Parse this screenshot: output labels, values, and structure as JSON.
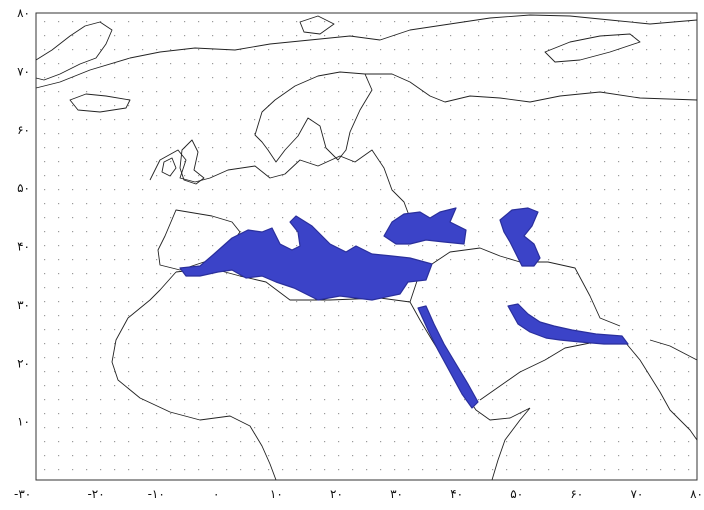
{
  "map": {
    "x_ticks": [
      {
        "lon": -30,
        "label": "-۳۰"
      },
      {
        "lon": -20,
        "label": "-۲۰"
      },
      {
        "lon": -10,
        "label": "-۱۰"
      },
      {
        "lon": 0,
        "label": "۰"
      },
      {
        "lon": 10,
        "label": "۱۰"
      },
      {
        "lon": 20,
        "label": "۲۰"
      },
      {
        "lon": 30,
        "label": "۳۰"
      },
      {
        "lon": 40,
        "label": "۴۰"
      },
      {
        "lon": 50,
        "label": "۵۰"
      },
      {
        "lon": 60,
        "label": "۶۰"
      },
      {
        "lon": 70,
        "label": "۷۰"
      },
      {
        "lon": 80,
        "label": "۸۰"
      }
    ],
    "y_ticks": [
      {
        "lat": 80,
        "label": "۸۰"
      },
      {
        "lat": 70,
        "label": "۷۰"
      },
      {
        "lat": 60,
        "label": "۶۰"
      },
      {
        "lat": 50,
        "label": "۵۰"
      },
      {
        "lat": 40,
        "label": "۴۰"
      },
      {
        "lat": 30,
        "label": "۳۰"
      },
      {
        "lat": 20,
        "label": "۲۰"
      },
      {
        "lat": 10,
        "label": "۱۰"
      }
    ],
    "lon_range": [
      -30,
      80
    ],
    "lat_range": [
      0,
      80
    ],
    "grid": true,
    "highlight_color": "#3b43c8",
    "highlighted_regions": [
      "Mediterranean Sea",
      "Black Sea",
      "Caspian Sea",
      "Red Sea",
      "Persian Gulf",
      "Gulf of Oman"
    ]
  }
}
